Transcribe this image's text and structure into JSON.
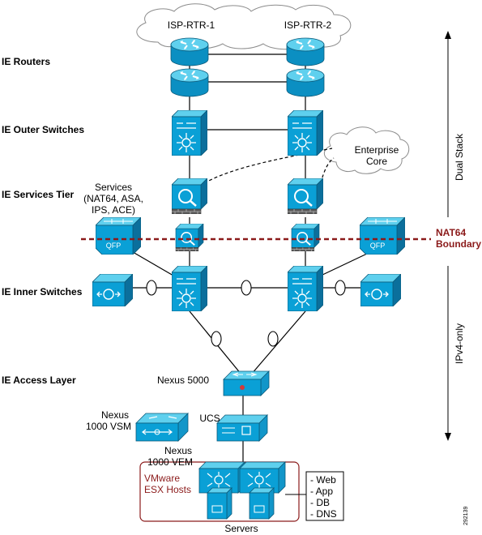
{
  "clouds": {
    "isp_routers": [
      "ISP-RTR-1",
      "ISP-RTR-2"
    ],
    "enterprise_core": [
      "Enterprise",
      "Core"
    ]
  },
  "tiers": {
    "routers": "IE Routers",
    "outer": "IE Outer Switches",
    "services": "IE Services Tier",
    "inner": "IE Inner Switches",
    "access": "IE Access Layer"
  },
  "services_note": [
    "Services",
    "(NAT64, ASA,",
    "IPS, ACE)"
  ],
  "qfp_label": "QFP",
  "nat64_boundary": [
    "NAT64",
    "Boundary"
  ],
  "side_labels": {
    "dual_stack": "Dual Stack",
    "ipv4_only": "IPv4-only"
  },
  "nexus5000": "Nexus 5000",
  "nexus1000vsm": [
    "Nexus",
    "1000 VSM"
  ],
  "ucs": "UCS",
  "nexus1000vem": [
    "Nexus",
    "1000 VEM"
  ],
  "vmware": [
    "VMware",
    "ESX Hosts"
  ],
  "servers": "Servers",
  "apps": [
    "- Web",
    "- App",
    "- DB",
    "- DNS"
  ],
  "figure_id": "292139",
  "colors": {
    "device": "#1296c9",
    "device_light": "#5fd0ee",
    "nat_boundary": "#8b1a1a"
  }
}
